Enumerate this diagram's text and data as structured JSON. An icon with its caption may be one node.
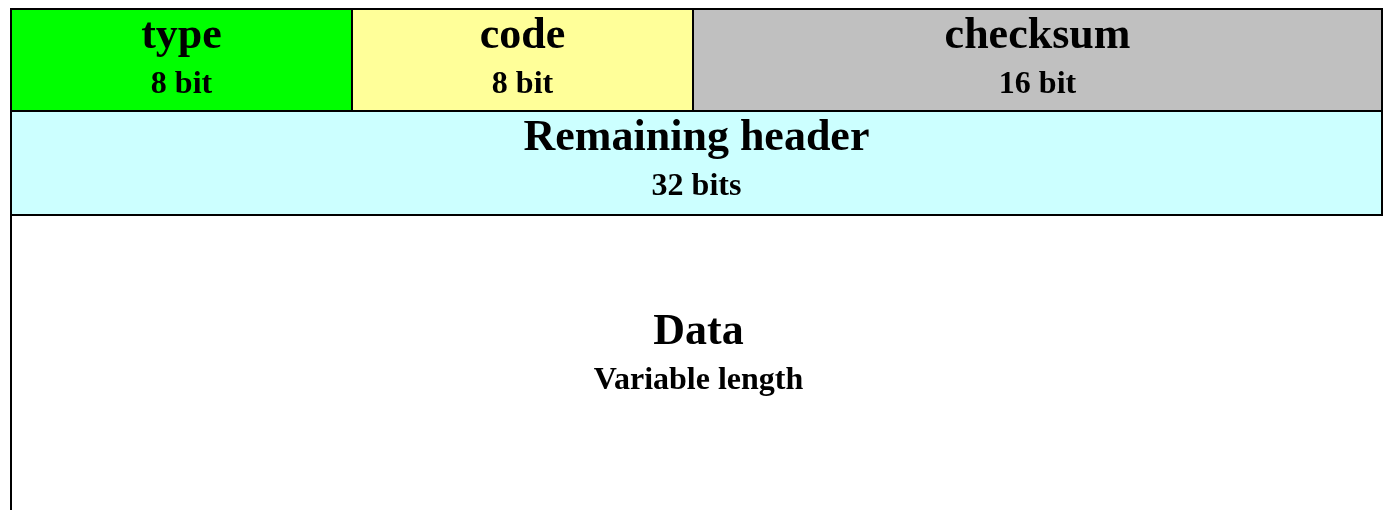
{
  "diagram": {
    "nodes": [
      {
        "text": [
          "type",
          "8 bit"
        ]
      },
      {
        "text": [
          "code",
          "8 bit"
        ]
      },
      {
        "text": [
          "checksum",
          "16 bit"
        ]
      },
      {
        "text": [
          "Remaining header",
          "32 bits"
        ]
      },
      {
        "text": [
          "Data",
          "Variable length"
        ]
      }
    ],
    "edges": []
  }
}
